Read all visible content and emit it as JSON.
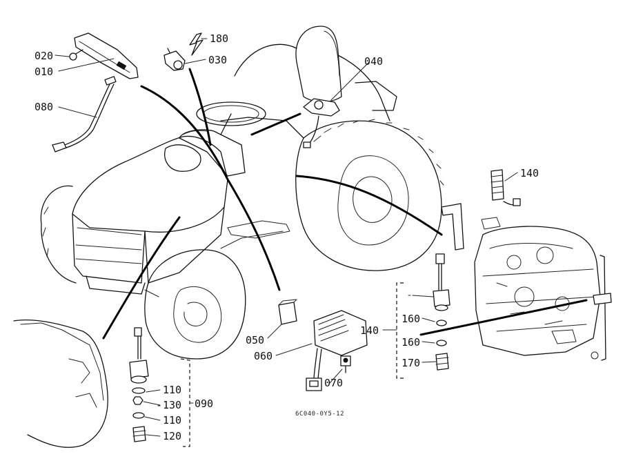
{
  "diagram": {
    "callouts": {
      "c180": "180",
      "c020": "020",
      "c030": "030",
      "c010": "010",
      "c040": "040",
      "c080": "080",
      "c140_top": "140",
      "c140_left": "140",
      "c160_a": "160",
      "c160_b": "160",
      "c170": "170",
      "c050": "050",
      "c060": "060",
      "c070": "070",
      "c110_a": "110",
      "c130": "130",
      "c110_b": "110",
      "c090": "090",
      "c120": "120"
    },
    "drawing_code": "6C040-0Y5-12"
  }
}
